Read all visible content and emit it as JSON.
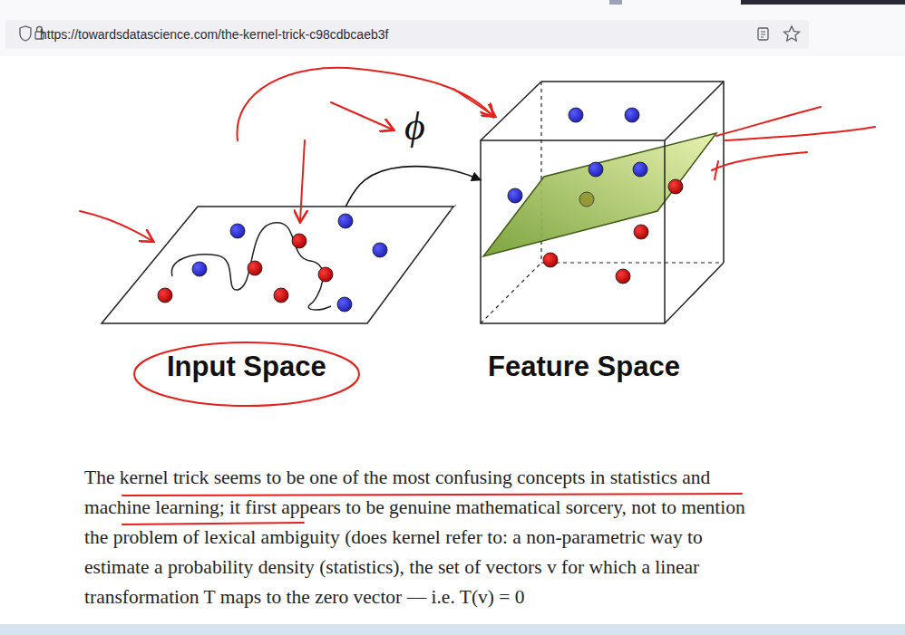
{
  "diagram": {
    "nodes": [
      {
        "text": [
          "Input Space"
        ]
      },
      {
        "text": [
          "Feature Space"
        ]
      }
    ],
    "edges": [
      {
        "from": 0,
        "to": 1,
        "label": "ϕ",
        "arrow": "to"
      }
    ],
    "labels": [
      "https://towardsdatascience.com/the-kernel-trick-c98cdbcaeb3f",
      "The kernel trick seems to be one of the most confusing concepts in statistics and machine learning; it first appears to be genuine mathematical sorcery, not to mention the problem of lexical ambiguity (does kernel refer to: a non-parametric way to estimate a probability density (statistics), the set of vectors v for which a linear transformation T maps to the zero vector — i.e. T(v) = 0"
    ]
  }
}
